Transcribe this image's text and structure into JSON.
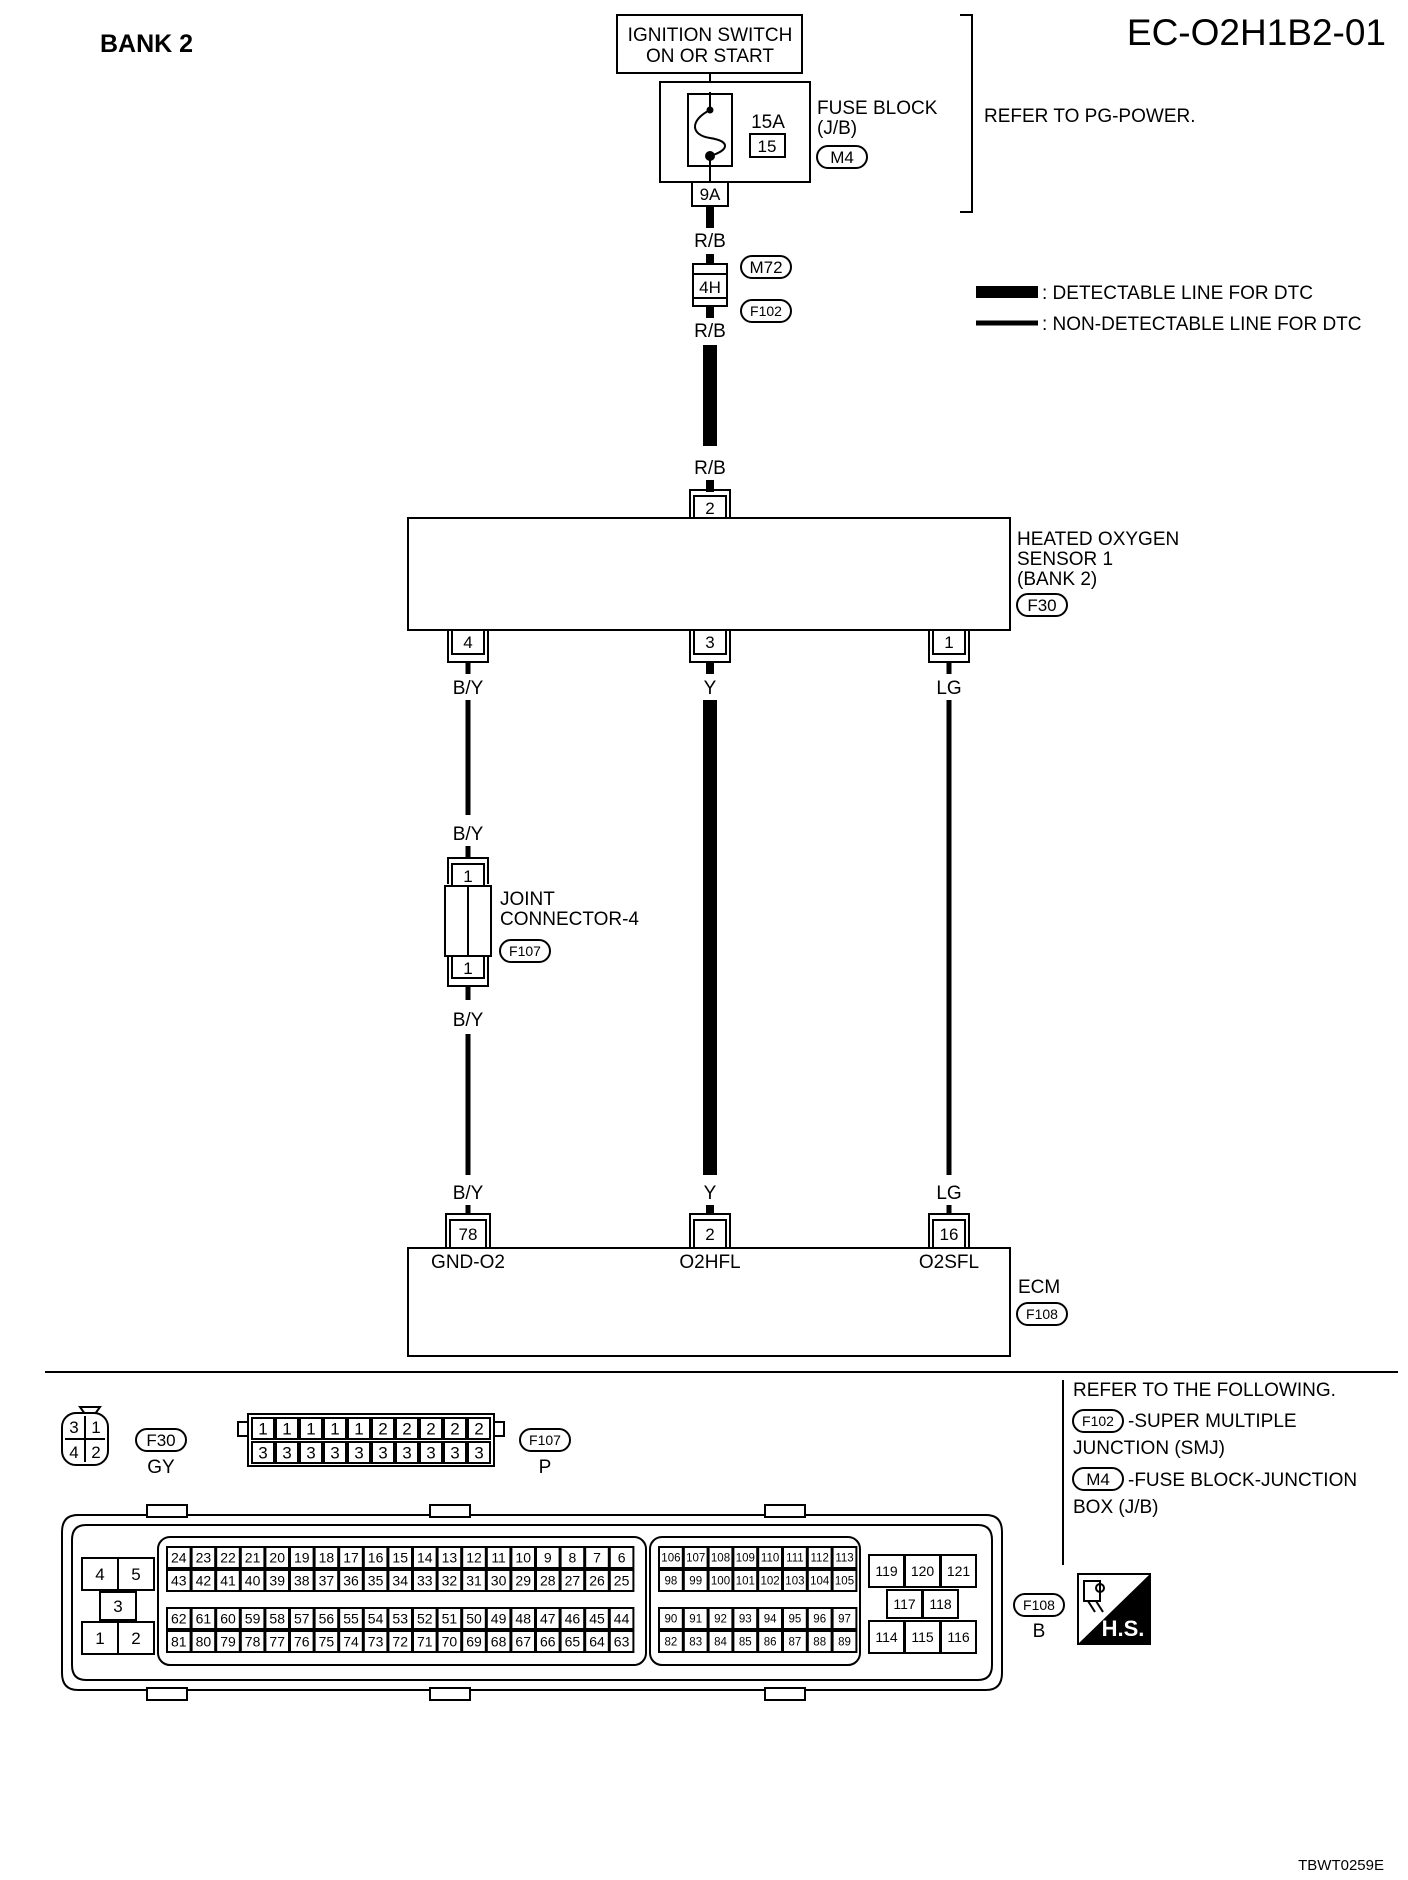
{
  "header": {
    "bank": "BANK 2",
    "code": "EC-O2H1B2-01",
    "footer_code": "TBWT0259E"
  },
  "power": {
    "ignition_line1": "IGNITION SWITCH",
    "ignition_line2": "ON OR START",
    "fuse_block_line1": "FUSE BLOCK",
    "fuse_block_line2": "(J/B)",
    "fuse_amp": "15A",
    "fuse_number": "15",
    "fuse_connector": "M4",
    "fuse_pin": "9A",
    "refer": "REFER TO PG-POWER."
  },
  "harness": {
    "wire_rb": "R/B",
    "connector_pin": "4H",
    "connector_upper": "M72",
    "connector_lower": "F102"
  },
  "legend": {
    "detectable": ": DETECTABLE LINE FOR DTC",
    "non_detectable": ": NON-DETECTABLE LINE FOR DTC"
  },
  "sensor": {
    "line1": "HEATED OXYGEN",
    "line2": "SENSOR 1",
    "line3": "(BANK 2)",
    "connector": "F30",
    "pin_top": "2",
    "pins_bottom": [
      "4",
      "3",
      "1"
    ],
    "wires": [
      "B/Y",
      "Y",
      "LG"
    ]
  },
  "joint": {
    "line1": "JOINT",
    "line2": "CONNECTOR-4",
    "connector": "F107",
    "pin_top": "1",
    "pin_bottom": "1",
    "wire": "B/Y"
  },
  "ecm": {
    "name": "ECM",
    "connector": "F108",
    "pins": [
      "78",
      "2",
      "16"
    ],
    "signals": [
      "GND-O2",
      "O2HFL",
      "O2SFL"
    ],
    "wires": [
      "B/Y",
      "Y",
      "LG"
    ]
  },
  "connector_views": {
    "f30": {
      "label": "F30",
      "color": "GY",
      "pins": [
        "3",
        "1",
        "4",
        "2"
      ]
    },
    "f107": {
      "label": "F107",
      "color": "P",
      "top_row": [
        "1",
        "1",
        "1",
        "1",
        "1",
        "2",
        "2",
        "2",
        "2",
        "2"
      ],
      "bottom_row": [
        "3",
        "3",
        "3",
        "3",
        "3",
        "3",
        "3",
        "3",
        "3",
        "3"
      ]
    },
    "f108": {
      "label": "F108",
      "color": "B",
      "left_top": [
        "4",
        "5"
      ],
      "left_mid": "3",
      "left_bottom": [
        "1",
        "2"
      ],
      "main_rows": [
        [
          "24",
          "23",
          "22",
          "21",
          "20",
          "19",
          "18",
          "17",
          "16",
          "15",
          "14",
          "13",
          "12",
          "11",
          "10",
          "9",
          "8",
          "7",
          "6"
        ],
        [
          "43",
          "42",
          "41",
          "40",
          "39",
          "38",
          "37",
          "36",
          "35",
          "34",
          "33",
          "32",
          "31",
          "30",
          "29",
          "28",
          "27",
          "26",
          "25"
        ],
        [
          "62",
          "61",
          "60",
          "59",
          "58",
          "57",
          "56",
          "55",
          "54",
          "53",
          "52",
          "51",
          "50",
          "49",
          "48",
          "47",
          "46",
          "45",
          "44"
        ],
        [
          "81",
          "80",
          "79",
          "78",
          "77",
          "76",
          "75",
          "74",
          "73",
          "72",
          "71",
          "70",
          "69",
          "68",
          "67",
          "66",
          "65",
          "64",
          "63"
        ]
      ],
      "mid_rows": [
        [
          "106",
          "107",
          "108",
          "109",
          "110",
          "111",
          "112",
          "113"
        ],
        [
          "98",
          "99",
          "100",
          "101",
          "102",
          "103",
          "104",
          "105"
        ],
        [
          "90",
          "91",
          "92",
          "93",
          "94",
          "95",
          "96",
          "97"
        ],
        [
          "82",
          "83",
          "84",
          "85",
          "86",
          "87",
          "88",
          "89"
        ]
      ],
      "right_top": [
        "119",
        "120",
        "121"
      ],
      "right_mid": [
        "117",
        "118"
      ],
      "right_bottom": [
        "114",
        "115",
        "116"
      ]
    }
  },
  "refer": {
    "title": "REFER TO THE FOLLOWING.",
    "item1_connector": "F102",
    "item1_line1": "-SUPER MULTIPLE",
    "item1_line2": "JUNCTION (SMJ)",
    "item2_connector": "M4",
    "item2_line1": "-FUSE BLOCK-JUNCTION",
    "item2_line2": "BOX (J/B)"
  },
  "hs_badge": "H.S."
}
